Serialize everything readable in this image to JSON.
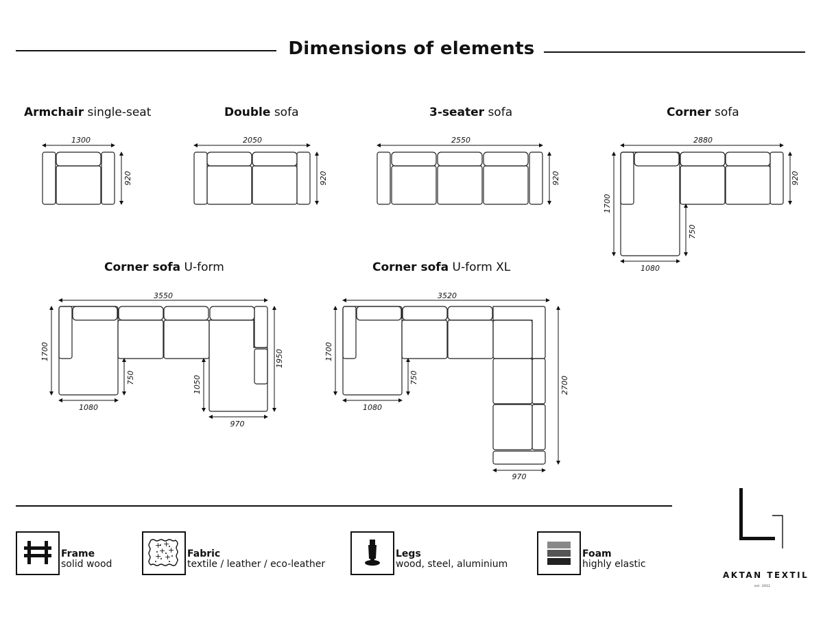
{
  "page_title": "Dimensions of elements",
  "elements": [
    {
      "bold": "Armchair",
      "light": "single-seat",
      "width": "1300",
      "depth": "920"
    },
    {
      "bold": "Double",
      "light": "sofa",
      "width": "2050",
      "depth": "920"
    },
    {
      "bold": "3-seater",
      "light": "sofa",
      "width": "2550",
      "depth": "920"
    },
    {
      "bold": "Corner",
      "light": "sofa",
      "width": "2880",
      "depth": "920",
      "left_depth": "1700",
      "chaise_depth": "750",
      "chaise_width": "1080"
    },
    {
      "bold": "Corner sofa",
      "light": "U-form",
      "width": "3550",
      "left_depth": "1700",
      "left_chaise_depth": "750",
      "left_chaise_width": "1080",
      "inner_depth": "1050",
      "right_depth": "1950",
      "right_chaise_width": "970"
    },
    {
      "bold": "Corner sofa",
      "light": "U-form XL",
      "width": "3520",
      "left_depth": "1700",
      "left_chaise_depth": "750",
      "left_chaise_width": "1080",
      "right_depth": "2700",
      "right_chaise_width": "970"
    }
  ],
  "features": [
    {
      "icon": "fence-frame-icon",
      "title": "Frame",
      "desc": "solid wood"
    },
    {
      "icon": "fabric-swatch-icon",
      "title": "Fabric",
      "desc": "textile / leather / eco-leather"
    },
    {
      "icon": "sofa-leg-icon",
      "title": "Legs",
      "desc": "wood, steel, aluminium"
    },
    {
      "icon": "foam-layers-icon",
      "title": "Foam",
      "desc": "highly elastic"
    }
  ],
  "brand": {
    "name": "AKTAN TEXTIL",
    "est": "est. 2012"
  }
}
